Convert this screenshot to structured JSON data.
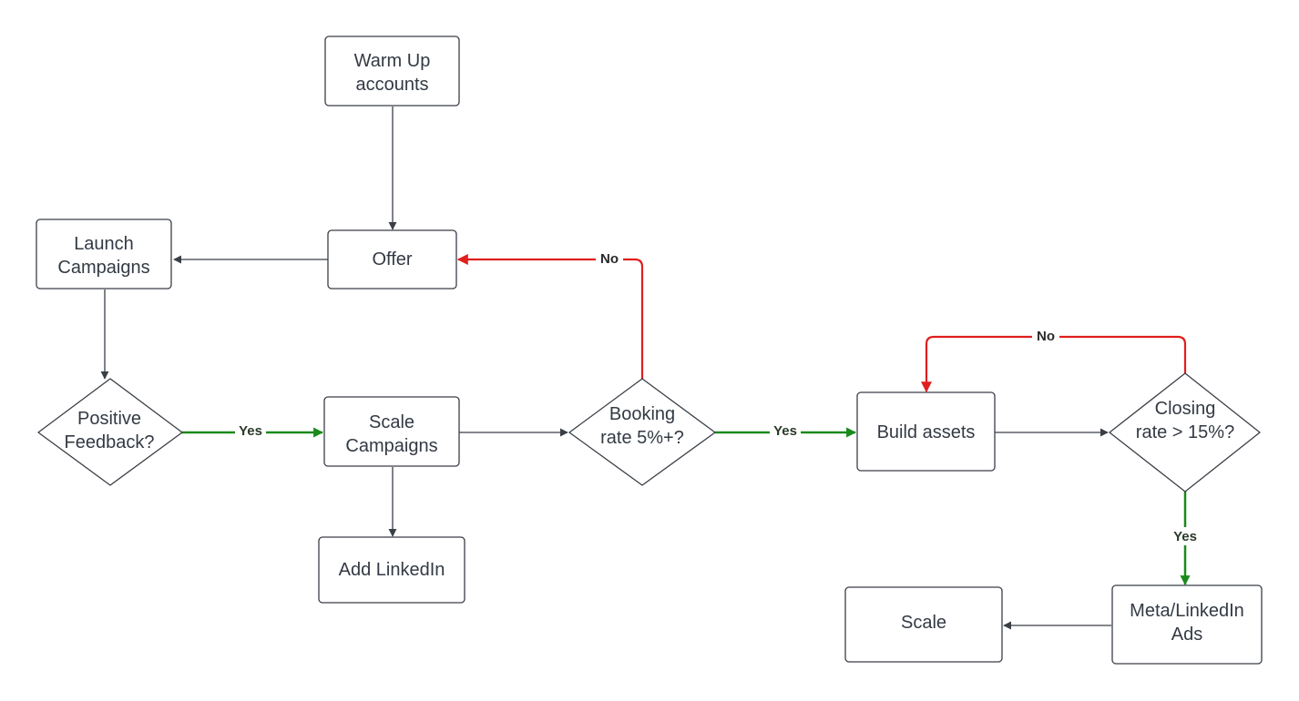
{
  "colors": {
    "node_stroke": "#3a3f47",
    "node_text": "#333a44",
    "edge_default": "#3a3f47",
    "edge_yes": "#1a8a1a",
    "edge_no": "#e01f1f"
  },
  "nodes": {
    "warm_up": {
      "line1": "Warm Up",
      "line2": "accounts"
    },
    "offer": {
      "text": "Offer"
    },
    "launch": {
      "line1": "Launch",
      "line2": "Campaigns"
    },
    "positive": {
      "line1": "Positive",
      "line2": "Feedback?"
    },
    "scale_campaigns": {
      "line1": "Scale",
      "line2": "Campaigns"
    },
    "add_linkedin": {
      "text": "Add LinkedIn"
    },
    "booking": {
      "line1": "Booking",
      "line2": "rate 5%+?"
    },
    "build_assets": {
      "text": "Build assets"
    },
    "closing": {
      "line1": "Closing",
      "line2": "rate > 15%?"
    },
    "meta_ads": {
      "line1": "Meta/LinkedIn",
      "line2": "Ads"
    },
    "scale": {
      "text": "Scale"
    }
  },
  "edges": {
    "yes_positive": "Yes",
    "yes_booking": "Yes",
    "yes_closing": "Yes",
    "no_booking": "No",
    "no_closing": "No"
  }
}
